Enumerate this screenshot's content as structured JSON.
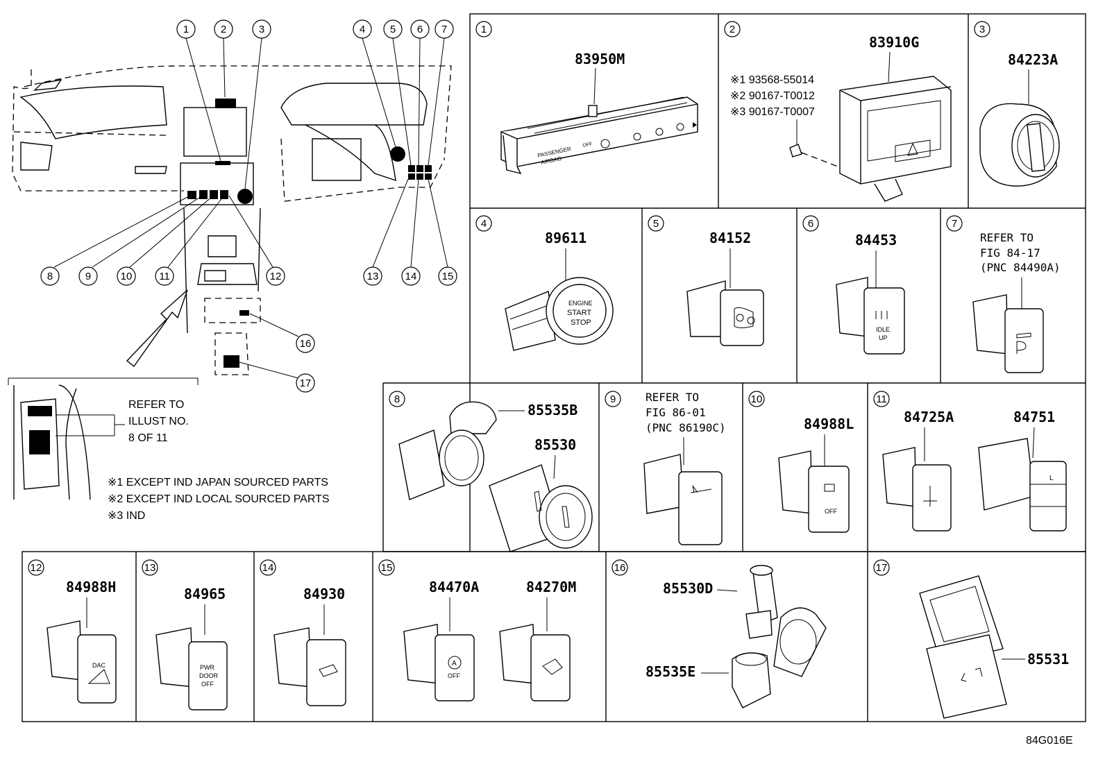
{
  "overview": {
    "callouts": [
      "1",
      "2",
      "3",
      "4",
      "5",
      "6",
      "7",
      "8",
      "9",
      "10",
      "11",
      "12",
      "13",
      "14",
      "15",
      "16",
      "17"
    ],
    "inset_refer": [
      "REFER TO",
      "ILLUST NO.",
      "8 OF 11"
    ],
    "notes": [
      "※1 EXCEPT IND JAPAN SOURCED PARTS",
      "※2 EXCEPT IND LOCAL SOURCED PARTS",
      "※3 IND"
    ]
  },
  "cells": [
    {
      "num": "1",
      "parts": [
        "83950M"
      ],
      "labels": [
        "PASSENGER",
        "AIRBAG",
        "OFF"
      ]
    },
    {
      "num": "2",
      "parts": [
        "83910G"
      ],
      "notes": [
        "※1 93568-55014",
        "※2 90167-T0012",
        "※3 90167-T0007"
      ]
    },
    {
      "num": "3",
      "parts": [
        "84223A"
      ]
    },
    {
      "num": "4",
      "parts": [
        "89611"
      ],
      "labels": [
        "ENGINE",
        "START",
        "STOP"
      ]
    },
    {
      "num": "5",
      "parts": [
        "84152"
      ]
    },
    {
      "num": "6",
      "parts": [
        "84453"
      ],
      "labels": [
        "IDLE",
        "UP"
      ]
    },
    {
      "num": "7",
      "refer": [
        "REFER TO",
        "FIG 84-17",
        "(PNC 84490A)"
      ]
    },
    {
      "num": "8",
      "parts": [
        "85535B",
        "85530"
      ]
    },
    {
      "num": "9",
      "refer": [
        "REFER TO",
        "FIG 86-01",
        "(PNC 86190C)"
      ]
    },
    {
      "num": "10",
      "parts": [
        "84988L"
      ],
      "labels": [
        "OFF"
      ]
    },
    {
      "num": "11",
      "parts": [
        "84725A",
        "84751"
      ],
      "labels": [
        "L"
      ]
    },
    {
      "num": "12",
      "parts": [
        "84988H"
      ],
      "labels": [
        "DAC"
      ]
    },
    {
      "num": "13",
      "parts": [
        "84965"
      ],
      "labels": [
        "PWR",
        "DOOR",
        "OFF"
      ]
    },
    {
      "num": "14",
      "parts": [
        "84930"
      ]
    },
    {
      "num": "15",
      "parts": [
        "84470A",
        "84270M"
      ],
      "labels": [
        "A",
        "OFF"
      ]
    },
    {
      "num": "16",
      "parts": [
        "85530D",
        "85535E"
      ]
    },
    {
      "num": "17",
      "parts": [
        "85531"
      ]
    }
  ],
  "figure_code": "84G016E"
}
